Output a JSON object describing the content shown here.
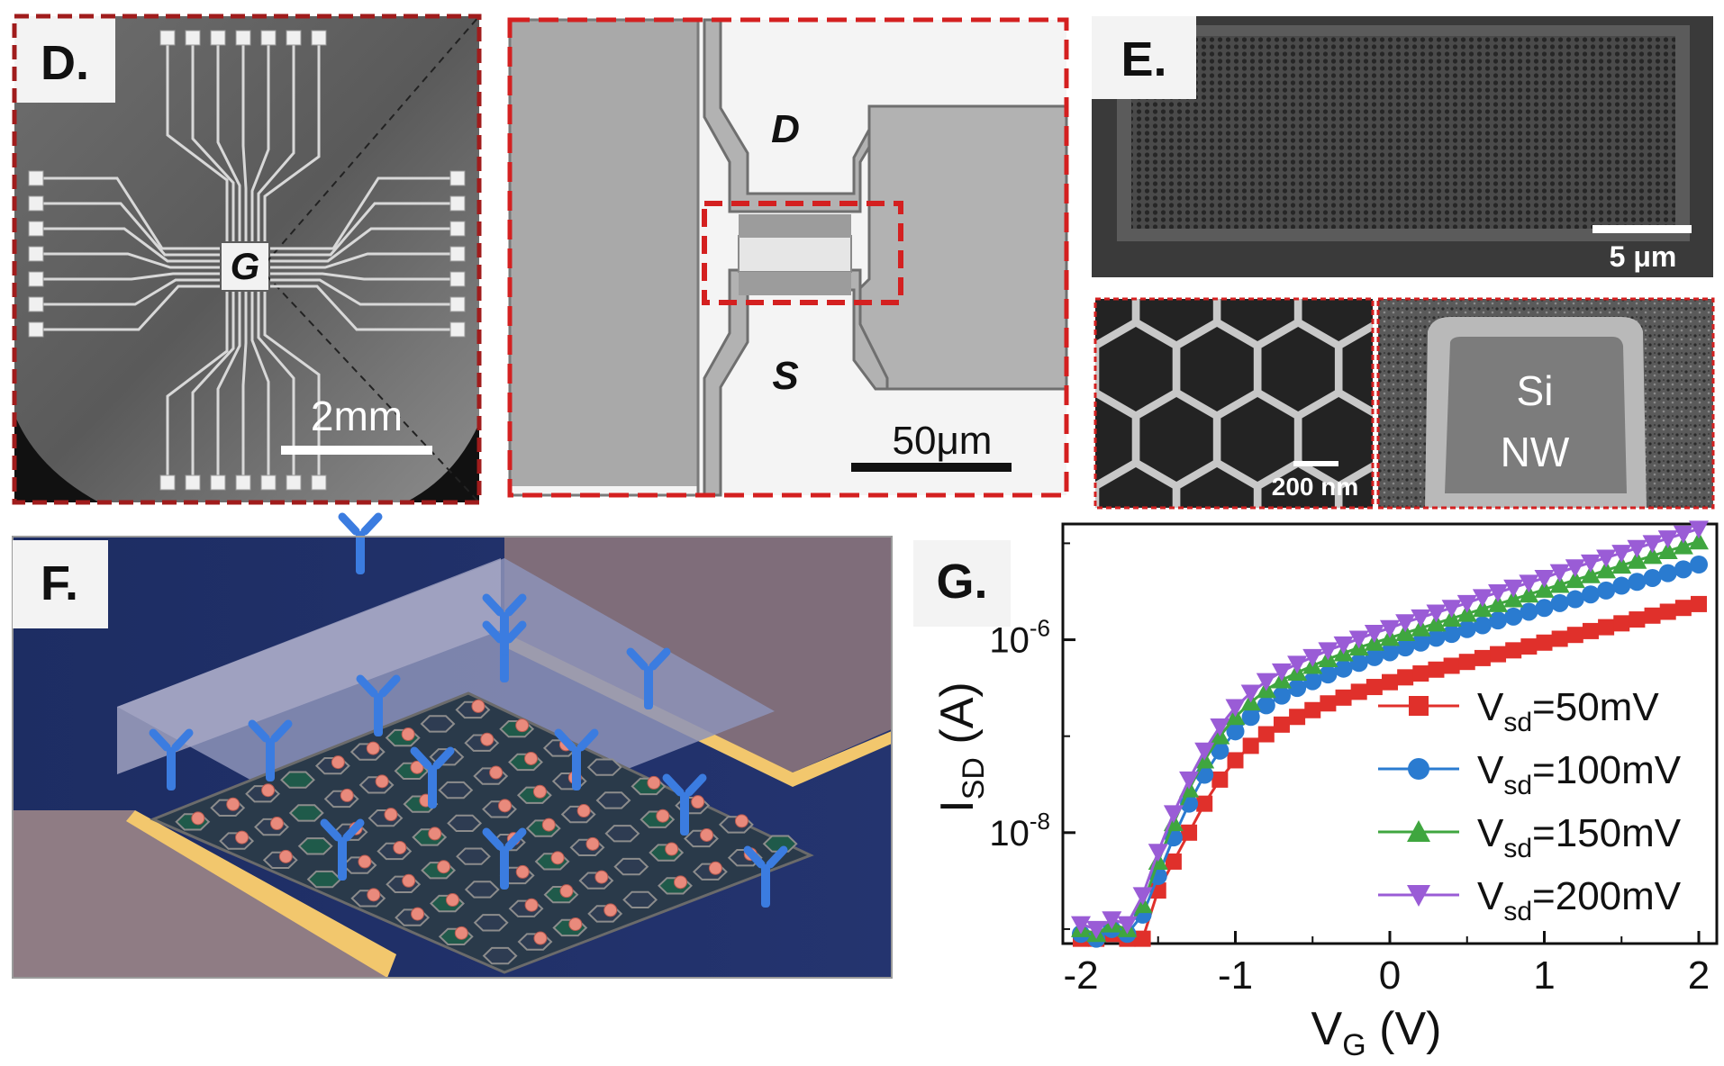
{
  "panels": {
    "d": {
      "label": "D.",
      "gate_label": "G",
      "scale_bar": "2mm",
      "drain_label": "D",
      "source_label": "S",
      "zoom_scale_bar": "50μm"
    },
    "e": {
      "label": "E.",
      "scale_bar": "5 μm",
      "inset_scale_bar": "200 nm",
      "cross_section_label_1": "Si",
      "cross_section_label_2": "NW"
    },
    "f": {
      "label": "F."
    },
    "g": {
      "label": "G."
    }
  },
  "colors": {
    "frame_red": "#d42020",
    "series_red": "#e0302b",
    "series_blue": "#2a7bd0",
    "series_green": "#3fa63f",
    "series_purple": "#9a5cd6"
  },
  "chart_data": {
    "type": "scatter",
    "xlabel_main": "V",
    "xlabel_sub": "G",
    "xlabel_unit": " (V)",
    "ylabel_main": "I",
    "ylabel_sub": "SD",
    "ylabel_unit": " (A)",
    "x_ticks": [
      "-2",
      "-1",
      "0",
      "1",
      "2"
    ],
    "y_ticks": [
      {
        "base": "10",
        "exp": "-6",
        "value": 1e-06
      },
      {
        "base": "10",
        "exp": "-8",
        "value": 1e-08
      }
    ],
    "xlim": [
      -2,
      2
    ],
    "ylim_log10": [
      -9.15,
      -4.8
    ],
    "log_y": true,
    "legend_position": "bottom-right",
    "x": [
      -2.0,
      -1.9,
      -1.8,
      -1.7,
      -1.6,
      -1.5,
      -1.4,
      -1.3,
      -1.2,
      -1.1,
      -1.0,
      -0.9,
      -0.8,
      -0.7,
      -0.6,
      -0.5,
      -0.4,
      -0.3,
      -0.2,
      -0.1,
      0.0,
      0.1,
      0.2,
      0.3,
      0.4,
      0.5,
      0.6,
      0.7,
      0.8,
      0.9,
      1.0,
      1.1,
      1.2,
      1.3,
      1.4,
      1.5,
      1.6,
      1.7,
      1.8,
      1.9,
      2.0
    ],
    "series": [
      {
        "name_main": "V",
        "name_sub": "sd",
        "name_rest": "=50mV",
        "color": "#e0302b",
        "marker": "square",
        "log10_values": [
          -9.1,
          -9.1,
          -9.05,
          -9.1,
          -9.1,
          -8.6,
          -8.3,
          -8.0,
          -7.7,
          -7.45,
          -7.25,
          -7.1,
          -6.98,
          -6.88,
          -6.8,
          -6.73,
          -6.66,
          -6.6,
          -6.54,
          -6.49,
          -6.44,
          -6.39,
          -6.35,
          -6.31,
          -6.27,
          -6.23,
          -6.19,
          -6.15,
          -6.11,
          -6.07,
          -6.03,
          -5.99,
          -5.95,
          -5.91,
          -5.87,
          -5.83,
          -5.79,
          -5.75,
          -5.71,
          -5.67,
          -5.63
        ]
      },
      {
        "name_main": "V",
        "name_sub": "sd",
        "name_rest": "=100mV",
        "color": "#2a7bd0",
        "marker": "circle",
        "log10_values": [
          -9.05,
          -9.1,
          -9.0,
          -9.05,
          -8.85,
          -8.45,
          -8.05,
          -7.7,
          -7.4,
          -7.15,
          -6.95,
          -6.8,
          -6.68,
          -6.58,
          -6.5,
          -6.43,
          -6.36,
          -6.3,
          -6.24,
          -6.18,
          -6.13,
          -6.08,
          -6.03,
          -5.98,
          -5.94,
          -5.89,
          -5.85,
          -5.8,
          -5.76,
          -5.71,
          -5.67,
          -5.62,
          -5.58,
          -5.53,
          -5.49,
          -5.44,
          -5.4,
          -5.36,
          -5.31,
          -5.27,
          -5.22
        ]
      },
      {
        "name_main": "V",
        "name_sub": "sd",
        "name_rest": "=150mV",
        "color": "#3fa63f",
        "marker": "triangle-up",
        "log10_values": [
          -9.0,
          -9.05,
          -8.95,
          -9.0,
          -8.75,
          -8.3,
          -7.9,
          -7.55,
          -7.25,
          -7.0,
          -6.8,
          -6.65,
          -6.52,
          -6.42,
          -6.34,
          -6.27,
          -6.2,
          -6.14,
          -6.08,
          -6.03,
          -5.98,
          -5.93,
          -5.88,
          -5.83,
          -5.78,
          -5.73,
          -5.68,
          -5.63,
          -5.58,
          -5.53,
          -5.48,
          -5.43,
          -5.38,
          -5.33,
          -5.28,
          -5.23,
          -5.18,
          -5.13,
          -5.08,
          -5.03,
          -4.98
        ]
      },
      {
        "name_main": "V",
        "name_sub": "sd",
        "name_rest": "=200mV",
        "color": "#9a5cd6",
        "marker": "triangle-down",
        "log10_values": [
          -8.95,
          -9.0,
          -8.9,
          -8.95,
          -8.65,
          -8.2,
          -7.8,
          -7.45,
          -7.15,
          -6.9,
          -6.7,
          -6.55,
          -6.43,
          -6.33,
          -6.25,
          -6.18,
          -6.11,
          -6.05,
          -5.99,
          -5.93,
          -5.88,
          -5.82,
          -5.77,
          -5.72,
          -5.67,
          -5.62,
          -5.56,
          -5.51,
          -5.46,
          -5.41,
          -5.36,
          -5.3,
          -5.25,
          -5.2,
          -5.15,
          -5.1,
          -5.05,
          -5.0,
          -4.95,
          -4.9,
          -4.85
        ]
      }
    ]
  }
}
